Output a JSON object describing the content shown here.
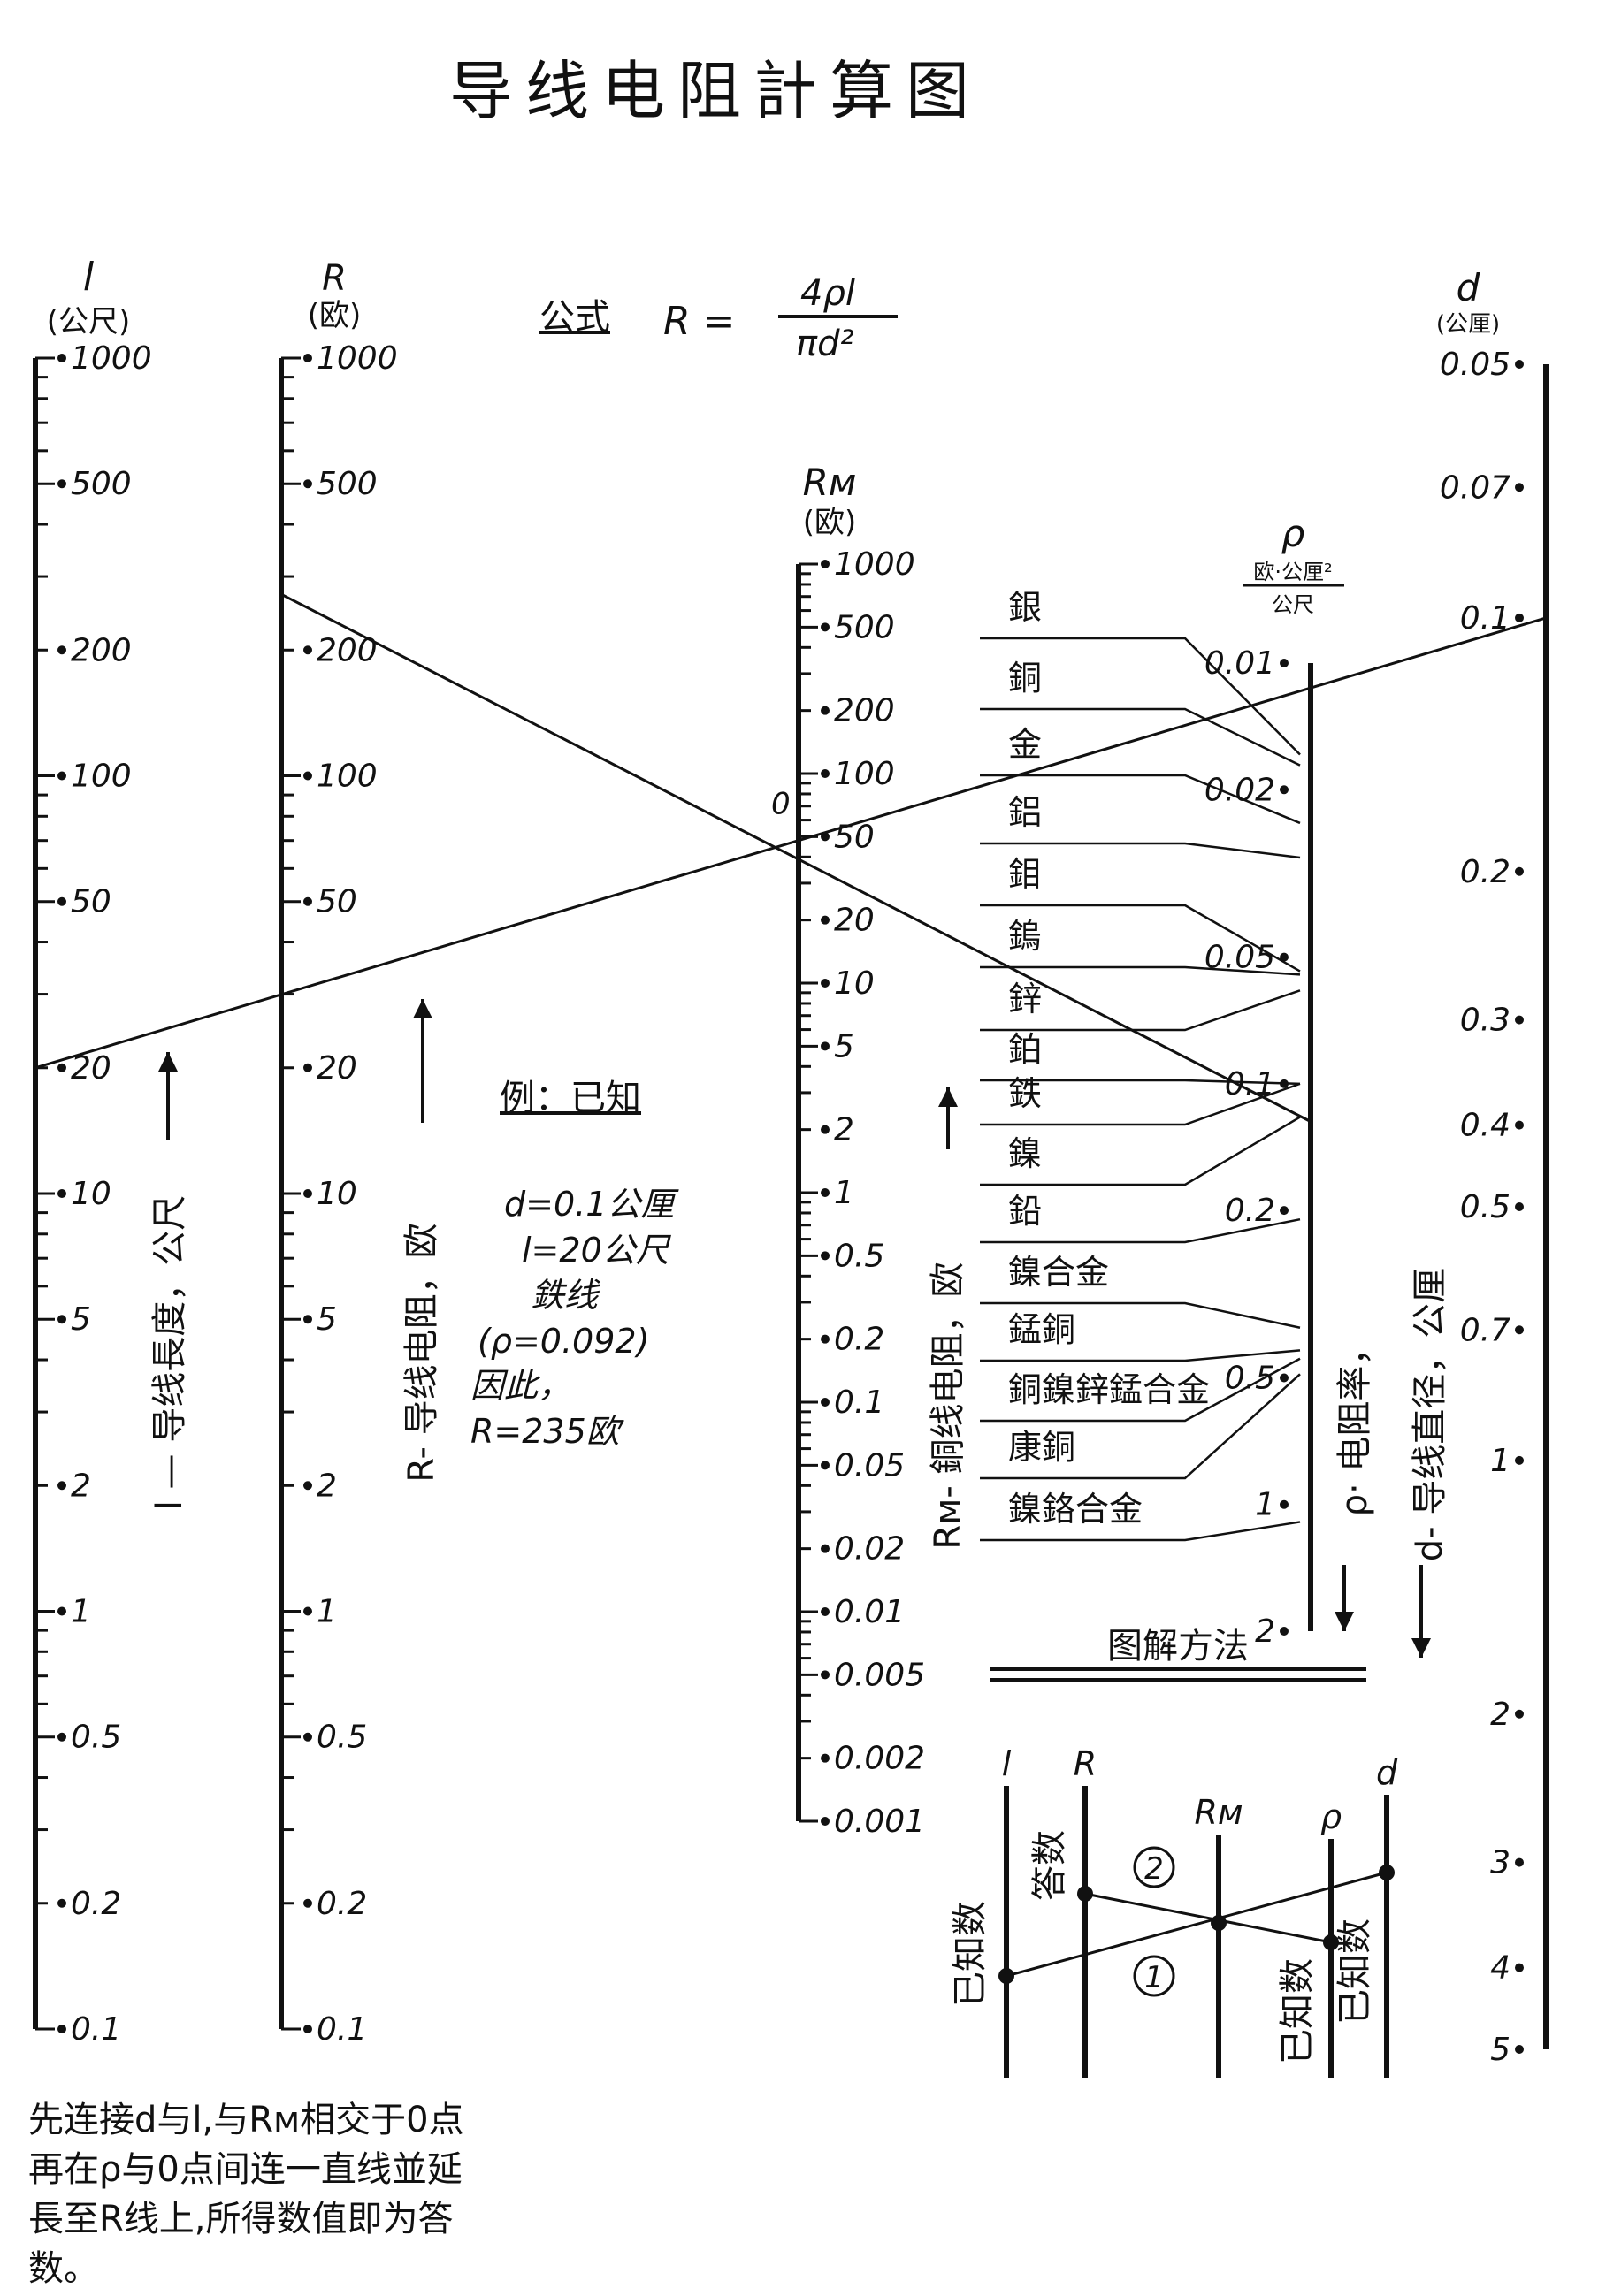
{
  "title": "导线电阻計算图",
  "formula": {
    "label": "公式",
    "lhs": "R =",
    "numerator": "4ρl",
    "denominator": "πd²"
  },
  "scales": {
    "l": {
      "symbol": "l",
      "unit": "(公尺)",
      "caption": "l — 导线長度，公尺",
      "ticks": [
        "1000",
        "500",
        "200",
        "100",
        "50",
        "20",
        "10",
        "5",
        "2",
        "1",
        "0.5",
        "0.2",
        "0.1"
      ]
    },
    "R": {
      "symbol": "R",
      "unit": "(欧)",
      "caption": "R- 导线电阻，欧",
      "ticks": [
        "1000",
        "500",
        "200",
        "100",
        "50",
        "20",
        "10",
        "5",
        "2",
        "1",
        "0.5",
        "0.2",
        "0.1"
      ]
    },
    "RM": {
      "symbol": "Rм",
      "unit": "(欧)",
      "caption": "Rм- 銅线电阻，欧",
      "ticks": [
        "1000",
        "500",
        "200",
        "100",
        "50",
        "20",
        "10",
        "5",
        "2",
        "1",
        "0.5",
        "0.2",
        "0.1",
        "0.05",
        "0.02",
        "0.01",
        "0.005",
        "0.002",
        "0.001"
      ]
    },
    "rho": {
      "symbol": "ρ",
      "unit_top": "欧·公厘²",
      "unit_bottom": "公尺",
      "caption": "ρ· 电阻率，",
      "ticks": [
        "0.01",
        "0.02",
        "0.05",
        "0.1",
        "0.2",
        "0.5",
        "1",
        "2"
      ]
    },
    "d": {
      "symbol": "d",
      "unit": "(公厘)",
      "caption": "d- 导线直径，公厘",
      "ticks": [
        "0.05",
        "0.07",
        "0.1",
        "0.2",
        "0.3",
        "0.4",
        "0.5",
        "0.7",
        "1",
        "2",
        "3",
        "4",
        "5"
      ]
    }
  },
  "point_O": "0",
  "materials": [
    "銀",
    "銅",
    "金",
    "鋁",
    "鉬",
    "鎢",
    "鋅",
    "鉑",
    "鉄",
    "鎳",
    "鉛",
    "鎳合金",
    "錳銅",
    "銅鎳鋅錳合金",
    "康銅",
    "鎳鉻合金"
  ],
  "example": {
    "heading": "例：已知",
    "lines": [
      "d=0.1公厘",
      "l=20公尺",
      "鉄线",
      "(ρ=0.092)",
      "因此，",
      "R=235欧"
    ]
  },
  "method": {
    "heading": "图解方法",
    "axes": [
      "l",
      "R",
      "Rм",
      "ρ",
      "d"
    ],
    "step1": "1",
    "step2": "2",
    "known": "已知数",
    "answer": "答数"
  },
  "instructions": "先连接d与l,与Rм相交于0点再在ρ与0点间连一直线並延長至R线上,所得数值即为答数。"
}
